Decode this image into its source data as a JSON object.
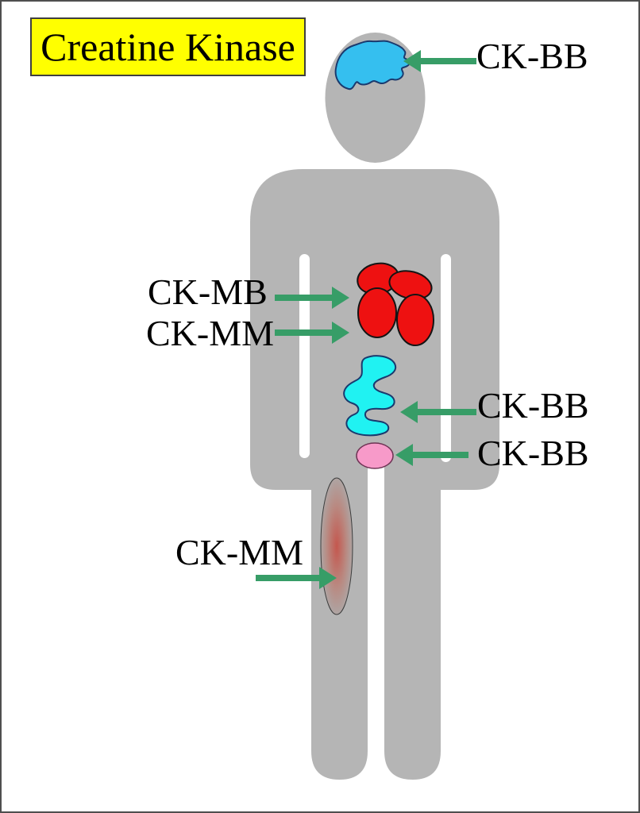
{
  "title": {
    "text": "Creatine Kinase"
  },
  "labels": [
    {
      "text": "CK-BB"
    },
    {
      "text": "CK-MB"
    },
    {
      "text": "CK-MM"
    },
    {
      "text": "CK-BB"
    },
    {
      "text": "CK-BB"
    },
    {
      "text": "CK-MM"
    }
  ],
  "colors": {
    "background": "#ffffff",
    "frame_border": "#4e4e4e",
    "title_bg": "#ffff00",
    "title_text": "#000000",
    "label_text": "#000000",
    "body": "#b5b5b5",
    "cutout": "#ffffff",
    "arrow": "#379d67",
    "brain": "#35bfef",
    "heart": "#ee1111",
    "intestine": "#20f2f2",
    "bladder": "#f79ac9",
    "muscle_center": "#c4574e",
    "muscle_edge": "#abahab"
  }
}
